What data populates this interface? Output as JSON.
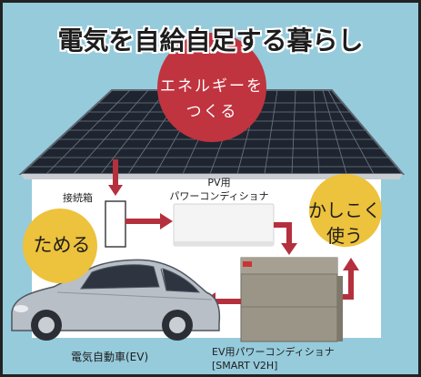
{
  "title": "電気を自給自足する暮らし",
  "circles": {
    "produce": {
      "line1": "エネルギーを",
      "line2": "つくる",
      "color": "#c0343f"
    },
    "store": {
      "label": "ためる",
      "color": "#edc23c"
    },
    "smart_use": {
      "line1": "かしこく",
      "line2": "使う",
      "color": "#edc23c"
    }
  },
  "labels": {
    "junction_box": "接続箱",
    "pv_line1": "PV用",
    "pv_line2": "パワーコンディショナ",
    "ev": "電気自動車(EV)",
    "v2h_line1": "EV用パワーコンディショナ",
    "v2h_line2": "[SMART V2H]"
  },
  "colors": {
    "background": "#96cbdc",
    "arrow": "#b5303d",
    "house_wall": "#ffffff",
    "solar_panel": "#1e2530"
  }
}
